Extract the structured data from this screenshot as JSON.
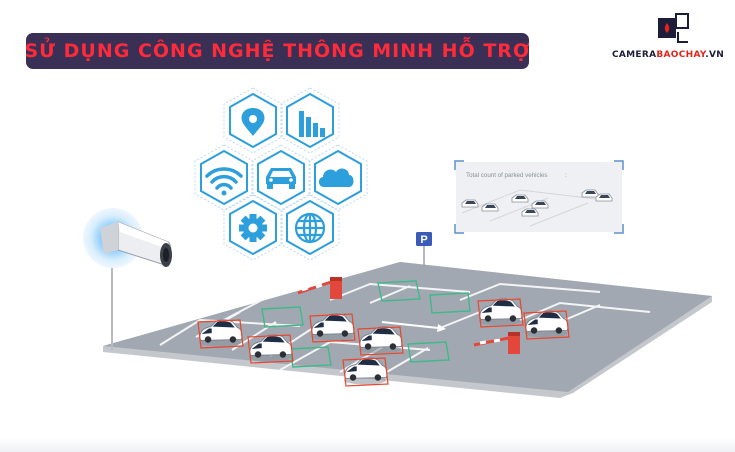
{
  "banner": {
    "title": "SỬ DỤNG CÔNG NGHỆ THÔNG MINH HỖ TRỢ"
  },
  "logo": {
    "left": "CAMERA",
    "mid": "BAOCHAY",
    "right": ".VN"
  },
  "panel": {
    "caption": "Total count of parked vehicles"
  },
  "parking_sign": {
    "letter": "P"
  },
  "hex_icons": [
    "location-pin-icon",
    "bar-chart-icon",
    "wifi-icon",
    "car-icon",
    "cloud-icon",
    "gear-icon",
    "globe-icon"
  ],
  "colors": {
    "banner_bg": "#3a2f55",
    "banner_text": "#ff2a3a",
    "hex_blue": "#2c9fdc",
    "detect_red": "#e8472d",
    "slot_green": "#3fb98a",
    "lot_gray": "#a2a8b1",
    "barrier_red": "#e3463a"
  }
}
